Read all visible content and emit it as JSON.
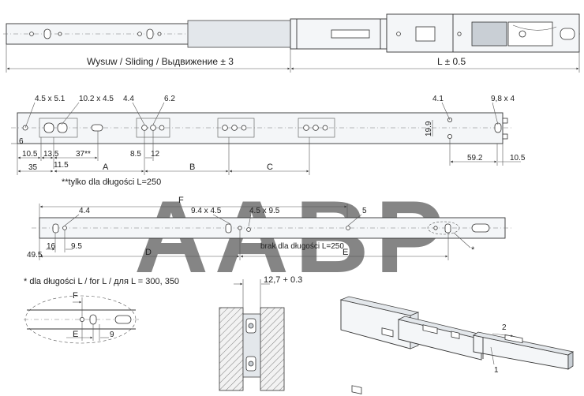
{
  "watermark": "AABP",
  "top_view": {
    "sliding_label": "Wysuw / Sliding / Выдвижение ± 3",
    "length_label": "L ± 0.5"
  },
  "profile_a": {
    "hole_labels": [
      "4.5 x 5.1",
      "10.2 x 4.5",
      "4.4",
      "6.2",
      "4.1",
      "9,8 x 4"
    ],
    "dims": [
      "6",
      "10.5",
      "13.5",
      "11.5",
      "37**",
      "35",
      "A",
      "8.5",
      "12",
      "B",
      "C",
      "19.9",
      "59.2",
      "10.5"
    ],
    "note": "**tylko dla długości L=250"
  },
  "profile_b": {
    "dims": [
      "F",
      "4.4",
      "9.4 x 4.5",
      "4.5 x 9.5",
      "5",
      "49.5",
      "16",
      "9.5",
      "D",
      "E",
      "*"
    ],
    "note": "brak dla długości L=250"
  },
  "detail": {
    "title": "* dla długości L / for L / для L = 300, 350",
    "labels": [
      "F",
      "E",
      "9"
    ]
  },
  "section": {
    "dim": "12,7 + 0.3"
  },
  "iso": {
    "arrow_labels": [
      "2",
      "1"
    ]
  }
}
